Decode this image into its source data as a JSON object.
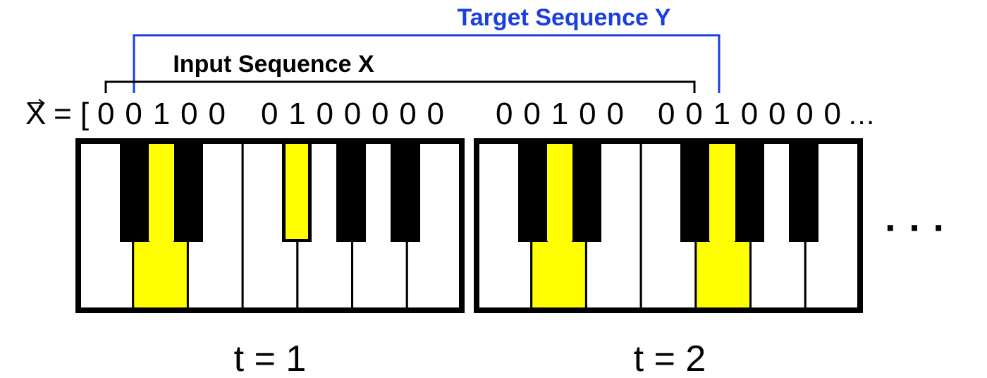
{
  "labels": {
    "target_sequence": "Target Sequence Y",
    "input_sequence": "Input Sequence X",
    "vector_symbol": "X",
    "equals_bracket": "= [",
    "ellipsis_inline": "…",
    "ellipsis_large": "· · ·"
  },
  "sequence_groups": [
    {
      "digits": "0 0 1 0 0"
    },
    {
      "digits": "0 1 0 0 0 0 0"
    },
    {
      "digits": "0 0 1 0 0"
    },
    {
      "digits": "0 0 1 0 0 0 0"
    }
  ],
  "timesteps": [
    {
      "label": "t = 1",
      "pressed_white_keys": [
        1
      ],
      "pressed_black_keys": [
        2
      ]
    },
    {
      "label": "t = 2",
      "pressed_white_keys": [
        1,
        4
      ],
      "pressed_black_keys": []
    }
  ],
  "colors": {
    "target": "#1a3fe0",
    "input": "#000000",
    "highlight": "#ffff00",
    "key_white": "#ffffff",
    "key_black": "#000000"
  }
}
